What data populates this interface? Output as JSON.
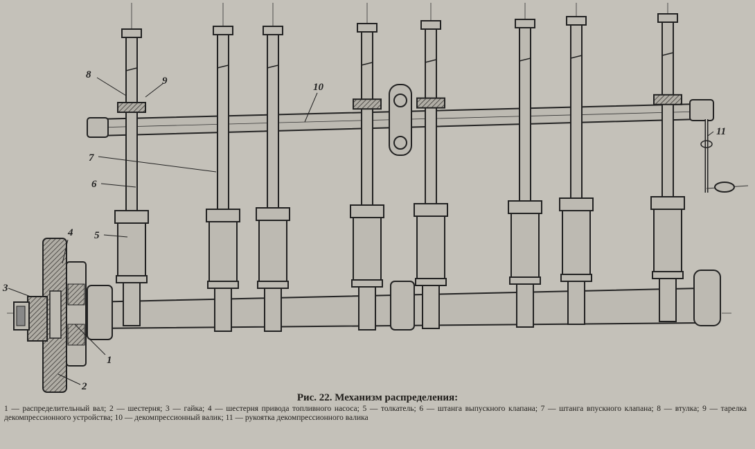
{
  "caption": {
    "title": "Рис. 22. Механизм распределения:",
    "legend": "1 — распределительный вал; 2 — шестерня; 3 — гайка; 4 — шестерня привода топливного насоса; 5 — толкатель; 6 — штанга выпускного клапана; 7 — штанга впускного клапана; 8 — втулка; 9 — тарелка декомпрессионного устройства; 10 — декомпрессионный валик; 11 — рукоятка декомпрессионного валика"
  },
  "labels": [
    {
      "id": "1",
      "text": "1"
    },
    {
      "id": "2",
      "text": "2"
    },
    {
      "id": "3",
      "text": "3"
    },
    {
      "id": "4",
      "text": "4"
    },
    {
      "id": "5",
      "text": "5"
    },
    {
      "id": "6",
      "text": "6"
    },
    {
      "id": "7",
      "text": "7"
    },
    {
      "id": "8",
      "text": "8"
    },
    {
      "id": "9",
      "text": "9"
    },
    {
      "id": "10",
      "text": "10"
    },
    {
      "id": "11",
      "text": "11"
    }
  ],
  "colors": {
    "paper": "#c4c1b9",
    "ink": "#222222",
    "metal": "#b9b6ae",
    "hatch": "#3a3835"
  }
}
